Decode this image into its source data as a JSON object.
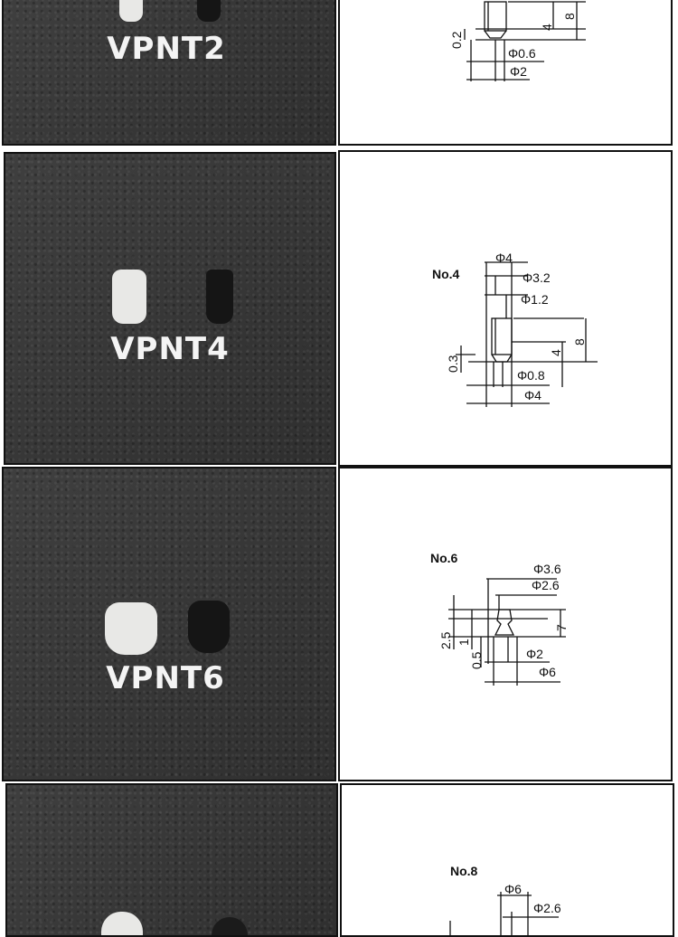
{
  "rows": [
    {
      "model": "VPNT2",
      "drawing": {
        "no_label": "",
        "dims": {
          "d_small": "Φ0.6",
          "d_base": "Φ2",
          "h_small": "0.2",
          "h_mid": "4",
          "h_total": "8"
        }
      }
    },
    {
      "model": "VPNT4",
      "drawing": {
        "no_label": "No.4",
        "dims": {
          "d_top": "Φ4",
          "d_a": "Φ3.2",
          "d_b": "Φ1.2",
          "d_c": "Φ0.8",
          "d_base": "Φ4",
          "h_small": "0.3",
          "h_mid": "4",
          "h_total": "8"
        }
      }
    },
    {
      "model": "VPNT6",
      "drawing": {
        "no_label": "No.6",
        "dims": {
          "d_a": "Φ3.6",
          "d_b": "Φ2.6",
          "d_c": "Φ2",
          "d_base": "Φ6",
          "h_a": "2.5",
          "h_b": "1",
          "h_c": "0.5",
          "h_total": "7"
        }
      }
    },
    {
      "model": "",
      "drawing": {
        "no_label": "No.8",
        "dims": {
          "d_top": "Φ6",
          "d_a": "Φ2.6"
        }
      }
    }
  ],
  "colors": {
    "photo_bg": "#3a3a3a",
    "clear_cup": "#e8e8e6",
    "black_cup": "#151515",
    "label": "#f4f4f4"
  }
}
